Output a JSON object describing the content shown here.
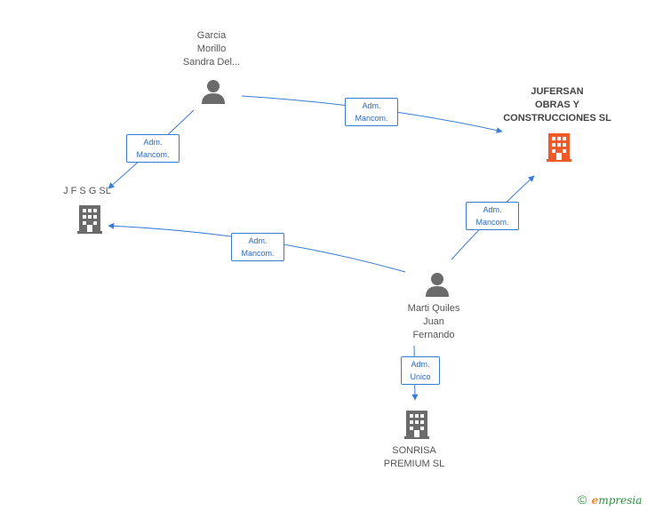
{
  "nodes": {
    "garcia": {
      "type": "person",
      "lines": [
        "Garcia",
        "Morillo",
        "Sandra Del..."
      ]
    },
    "jufersan": {
      "type": "company-focus",
      "lines": [
        "JUFERSAN",
        "OBRAS Y",
        "CONSTRUCCIONES SL"
      ]
    },
    "jfsg": {
      "type": "company",
      "lines": [
        "J F S G SL"
      ]
    },
    "marti": {
      "type": "person",
      "lines": [
        "Marti Quiles",
        "Juan",
        "Fernando"
      ]
    },
    "sonrisa": {
      "type": "company",
      "lines": [
        "SONRISA",
        "PREMIUM SL"
      ]
    }
  },
  "edges": [
    {
      "id": "garcia-jufersan",
      "lines": [
        "Adm.",
        "Mancom."
      ]
    },
    {
      "id": "garcia-jfsg",
      "lines": [
        "Adm.",
        "Mancom."
      ]
    },
    {
      "id": "marti-jfsg",
      "lines": [
        "Adm.",
        "Mancom."
      ]
    },
    {
      "id": "marti-jufersan",
      "lines": [
        "Adm.",
        "Mancom."
      ]
    },
    {
      "id": "marti-sonrisa",
      "lines": [
        "Adm.",
        "Unico"
      ]
    }
  ],
  "colors": {
    "edge": "#3a7bd5",
    "person": "#6b6b6b",
    "company": "#6b6b6b",
    "focus": "#f05a28"
  },
  "brand": {
    "copyright": "©",
    "e": "e",
    "name": "mpresia"
  }
}
